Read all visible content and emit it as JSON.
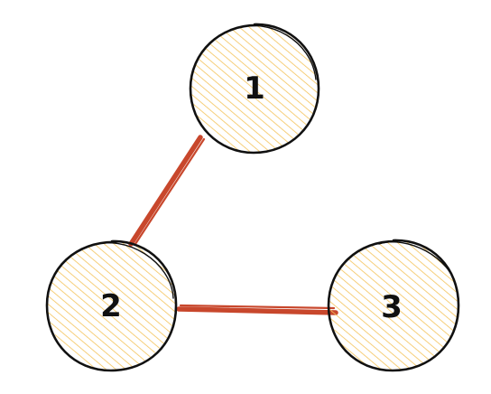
{
  "diagram": {
    "colors": {
      "node_fill": "#f4c35a",
      "node_stroke": "#111111",
      "edge": "#c8472c",
      "background": "#ffffff"
    },
    "nodes": [
      {
        "id": "1",
        "label": "1"
      },
      {
        "id": "2",
        "label": "2"
      },
      {
        "id": "3",
        "label": "3"
      }
    ],
    "edges": [
      {
        "from": "1",
        "to": "2"
      },
      {
        "from": "2",
        "to": "3"
      }
    ]
  }
}
